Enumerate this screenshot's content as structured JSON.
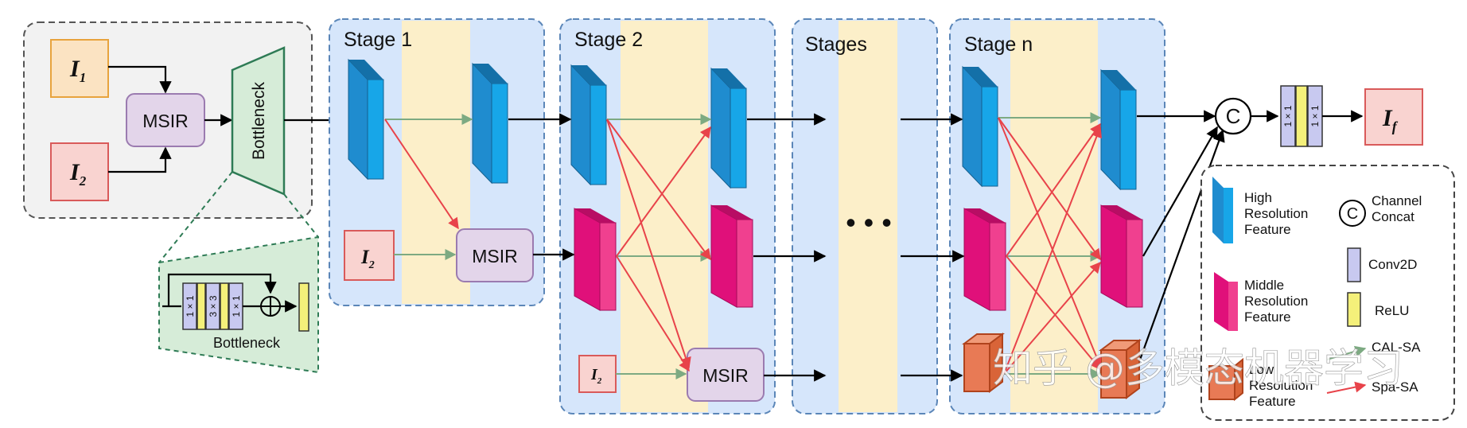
{
  "labels": {
    "i1": "I",
    "i1_sub": "1",
    "i2": "I",
    "i2_sub": "2",
    "msir": "MSIR",
    "bottleneck": "Bottleneck",
    "stage1": "Stage 1",
    "stage2": "Stage 2",
    "stages": "Stages",
    "stagen": "Stage n",
    "dots": "• • •",
    "concat": "C",
    "conv_1x1": "1 × 1",
    "conv_3x3": "3 × 3",
    "output": "I",
    "output_sub": "f"
  },
  "legend": {
    "high": [
      "High",
      "Resolution",
      "Feature"
    ],
    "middle": [
      "Middle",
      "Resolution",
      "Feature"
    ],
    "low": [
      "Low",
      "Resolution",
      "Feature"
    ],
    "channel_symbol": "C",
    "channel": [
      "Channel",
      "Concat"
    ],
    "conv2d": "Conv2D",
    "relu": "ReLU",
    "cal_sa": "CAL-SA",
    "spa_sa": "Spa-SA"
  },
  "watermark": "知乎 @多模态机器学习",
  "colors": {
    "stage_blue": "#d6e6fb",
    "stage_yellow": "#fcefc9",
    "high_front": "#1f8ccf",
    "high_side": "#17a6e8",
    "mid_front": "#e0107a",
    "mid_side": "#f0408f",
    "low_front": "#e87a55",
    "input1": "#fbe3c2",
    "input2": "#f9d3d0",
    "msir": "#e3d5ea",
    "bottleneck": "#d6ecd8",
    "conv": "#c8c9f0",
    "relu": "#f4f07a",
    "cal_sa": "#7daa82",
    "spa_sa": "#e8434a"
  }
}
